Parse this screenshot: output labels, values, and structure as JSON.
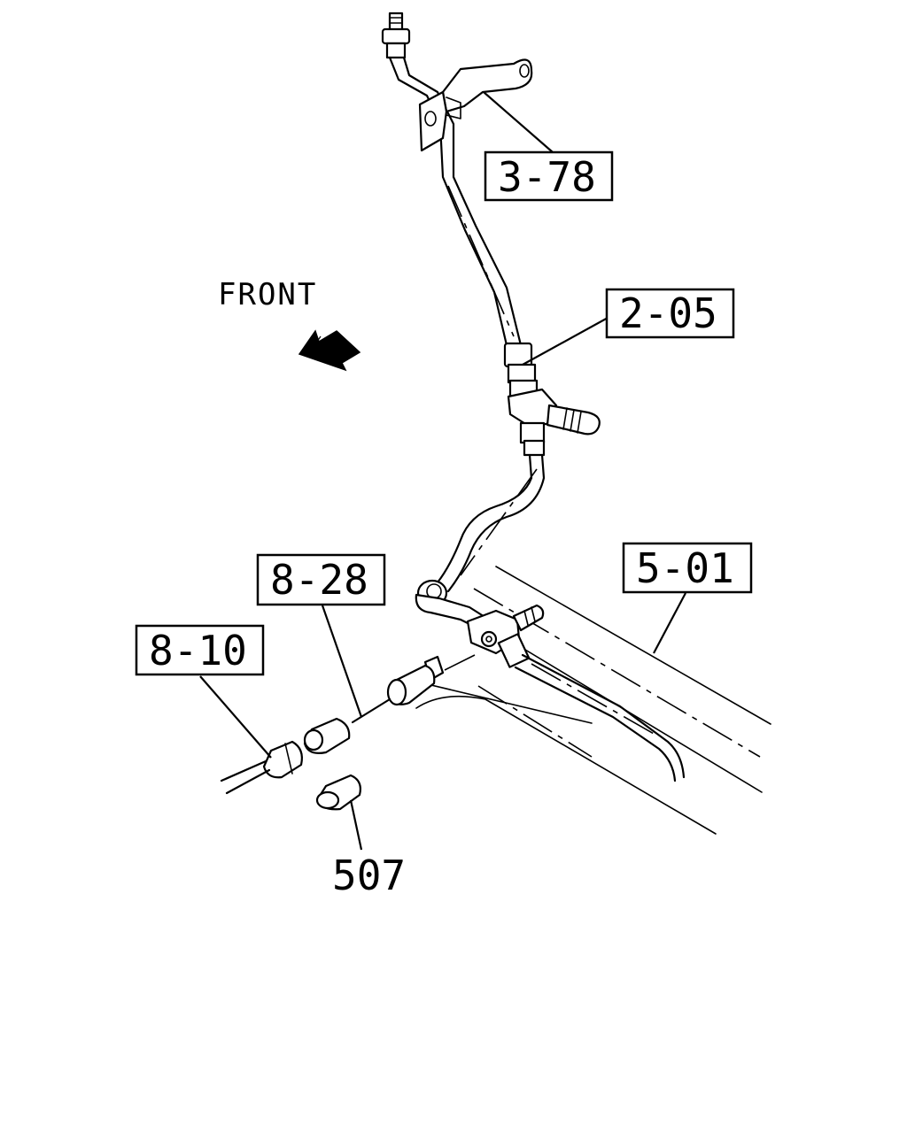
{
  "front_label": "FRONT",
  "callouts": {
    "c_3_78": "3-78",
    "c_2_05": "2-05",
    "c_5_01": "5-01",
    "c_8_28": "8-28",
    "c_8_10": "8-10"
  },
  "part_number_507": "507"
}
